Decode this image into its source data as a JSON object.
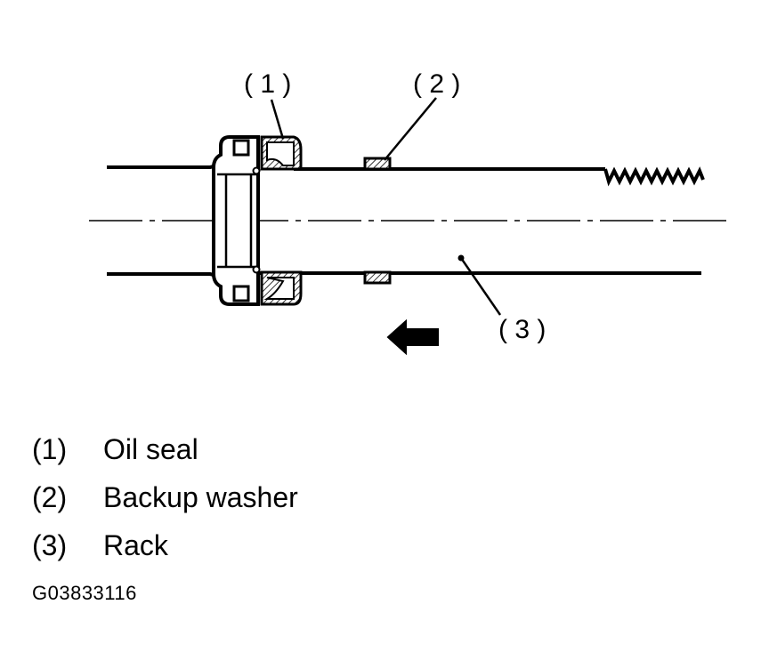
{
  "diagram": {
    "callouts": [
      "( 1 )",
      "( 2 )",
      "( 3 )"
    ],
    "arrow_direction": "left",
    "icon": "direction-arrow-icon"
  },
  "legend": [
    {
      "num": "(1)",
      "label": "Oil seal"
    },
    {
      "num": "(2)",
      "label": "Backup washer"
    },
    {
      "num": "(3)",
      "label": "Rack"
    }
  ],
  "figure_id": "G03833116",
  "colors": {
    "ink": "#000000",
    "background": "#ffffff"
  }
}
